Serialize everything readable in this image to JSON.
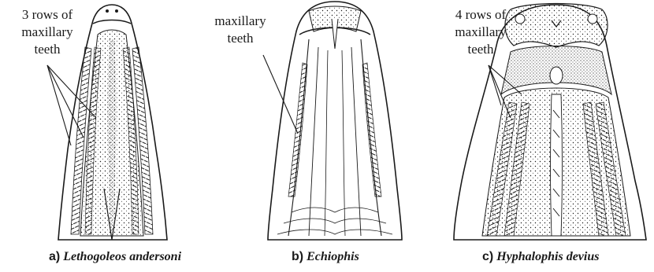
{
  "panels": [
    {
      "letter": "a)",
      "taxon": "Lethogoleos andersoni",
      "annotation": [
        "3 rows of",
        "maxillary",
        "teeth"
      ]
    },
    {
      "letter": "b)",
      "taxon": "Echiophis",
      "annotation": [
        "maxillary",
        "teeth"
      ]
    },
    {
      "letter": "c)",
      "taxon": "Hyphalophis devius",
      "annotation": [
        "4 rows of",
        "maxillary",
        "teeth"
      ]
    }
  ],
  "colors": {
    "ink": "#1a1a1a",
    "background": "#ffffff"
  }
}
